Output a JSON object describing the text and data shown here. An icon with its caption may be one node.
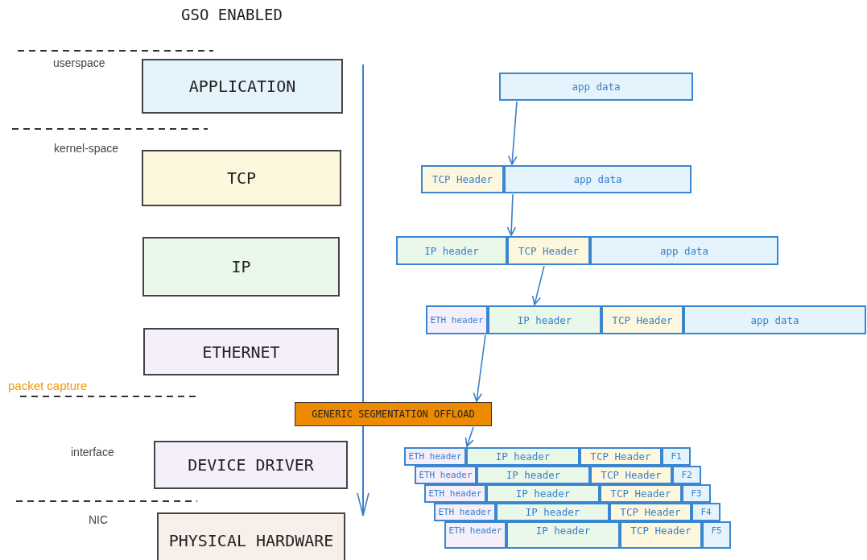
{
  "diagram": {
    "title": "GSO ENABLED",
    "nodes": [
      {
        "text": [
          "APPLICATION"
        ]
      },
      {
        "text": [
          "TCP"
        ]
      },
      {
        "text": [
          "IP"
        ]
      },
      {
        "text": [
          "ETHERNET"
        ]
      },
      {
        "text": [
          "DEVICE DRIVER"
        ]
      },
      {
        "text": [
          "PHYSICAL HARDWARE"
        ]
      },
      {
        "text": [
          "GENERIC SEGMENTATION OFFLOAD"
        ]
      },
      {
        "text": [
          "app data"
        ]
      },
      {
        "text": [
          "TCP Header"
        ]
      },
      {
        "text": [
          "app data"
        ]
      },
      {
        "text": [
          "IP header"
        ]
      },
      {
        "text": [
          "TCP Header"
        ]
      },
      {
        "text": [
          "app data"
        ]
      },
      {
        "text": [
          "ETH header"
        ]
      },
      {
        "text": [
          "IP header"
        ]
      },
      {
        "text": [
          "TCP Header"
        ]
      },
      {
        "text": [
          "app data"
        ]
      },
      {
        "text": [
          "ETH header"
        ]
      },
      {
        "text": [
          "IP header"
        ]
      },
      {
        "text": [
          "TCP Header"
        ]
      },
      {
        "text": [
          "F1"
        ]
      },
      {
        "text": [
          "ETH header"
        ]
      },
      {
        "text": [
          "IP header"
        ]
      },
      {
        "text": [
          "TCP Header"
        ]
      },
      {
        "text": [
          "F2"
        ]
      },
      {
        "text": [
          "ETH header"
        ]
      },
      {
        "text": [
          "IP header"
        ]
      },
      {
        "text": [
          "TCP Header"
        ]
      },
      {
        "text": [
          "F3"
        ]
      },
      {
        "text": [
          "ETH header"
        ]
      },
      {
        "text": [
          "IP header"
        ]
      },
      {
        "text": [
          "TCP Header"
        ]
      },
      {
        "text": [
          "F4"
        ]
      },
      {
        "text": [
          "ETH header"
        ]
      },
      {
        "text": [
          "IP header"
        ]
      },
      {
        "text": [
          "TCP Header"
        ]
      },
      {
        "text": [
          "F5"
        ]
      }
    ],
    "edges": [
      {
        "from": 7,
        "to": 9,
        "arrow": "to"
      },
      {
        "from": 9,
        "to": 11,
        "arrow": "to"
      },
      {
        "from": 11,
        "to": 14,
        "arrow": "to"
      },
      {
        "from": 14,
        "to": 6,
        "arrow": "to"
      },
      {
        "from": 6,
        "to": 18,
        "arrow": "to"
      }
    ],
    "labels": [
      "userspace",
      "kernel-space",
      "packet capture",
      "interface",
      "NIC"
    ]
  }
}
